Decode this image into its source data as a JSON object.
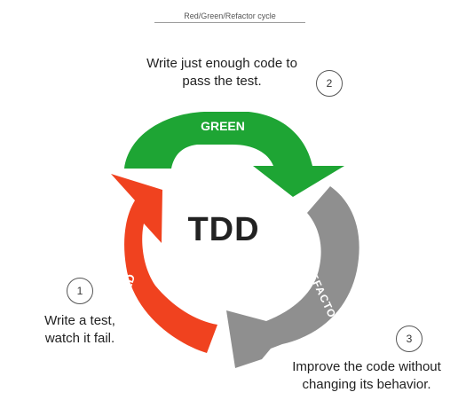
{
  "caption": "Red/Green/Refactor cycle",
  "center_label": "TDD",
  "phases": {
    "red": {
      "label": "RED",
      "color": "#f0421f"
    },
    "green": {
      "label": "GREEN",
      "color": "#1ea534"
    },
    "refactor": {
      "label": "REFACTOR",
      "color": "#8f8f8f"
    }
  },
  "steps": [
    {
      "number": "1",
      "line1": "Write a test,",
      "line2": "watch it fail."
    },
    {
      "number": "2",
      "line1": "Write just enough code to",
      "line2": "pass the test."
    },
    {
      "number": "3",
      "line1": "Improve the code without",
      "line2": "changing its behavior."
    }
  ]
}
